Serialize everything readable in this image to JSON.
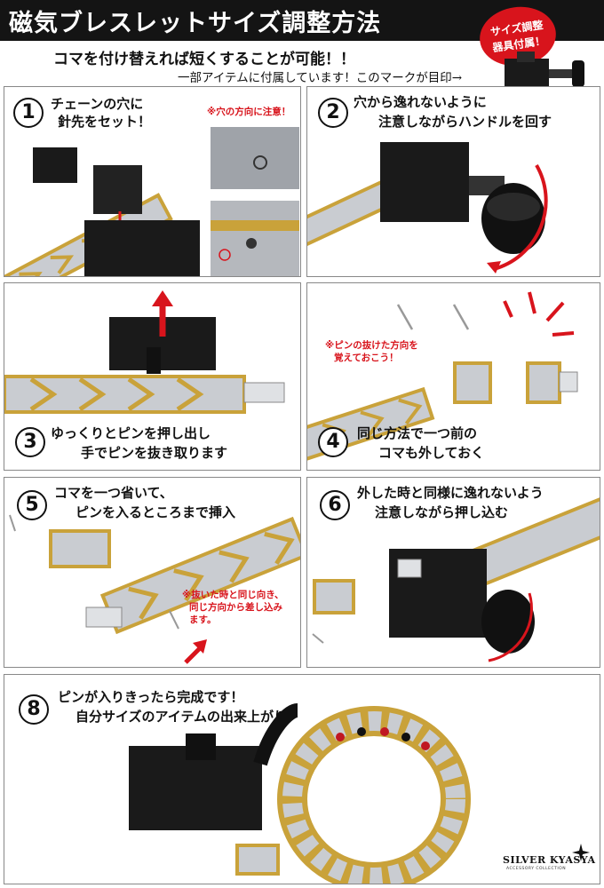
{
  "header": {
    "title": "磁気ブレスレットサイズ調整方法",
    "subtitle_main": "コマを付け替えれば短くすることが可能！！",
    "subtitle_sub": "一部アイテムに付属しています！このマークが目印→",
    "badge_line1": "サイズ調整",
    "badge_line2": "器具付属！"
  },
  "steps": [
    {
      "number": "1",
      "line1": "チェーンの穴に",
      "line2": "針先をセット！",
      "note": "※穴の方向に注意！",
      "mark": "×"
    },
    {
      "number": "2",
      "line1": "穴から逸れないように",
      "line2": "注意しながらハンドルを回す"
    },
    {
      "number": "3",
      "line1": "ゆっくりとピンを押し出し",
      "line2": "手でピンを抜き取ります"
    },
    {
      "number": "4",
      "line1": "同じ方法で一つ前の",
      "line2": "コマも外しておく",
      "note_line1": "※ピンの抜けた方向を",
      "note_line2": "覚えておこう！"
    },
    {
      "number": "5",
      "line1": "コマを一つ省いて、",
      "line2": "ピンを入るところまで挿入",
      "note_line1": "※抜いた時と同じ向き、",
      "note_line2": "同じ方向から差し込み",
      "note_line3": "ます。"
    },
    {
      "number": "6",
      "line1": "外した時と同様に逸れないよう",
      "line2": "注意しながら押し込む"
    },
    {
      "number": "8",
      "line1": "ピンが入りきったら完成です！",
      "line2": "自分サイズのアイテムの出来上がり！"
    }
  ],
  "brand": {
    "name": "SILVER KYASYA",
    "tagline": "ACCESSORY COLLECTION"
  },
  "colors": {
    "accent": "#d8141c",
    "gold": "#c9a23a",
    "silver": "#c9ccd1",
    "tool": "#1a1a1a"
  }
}
